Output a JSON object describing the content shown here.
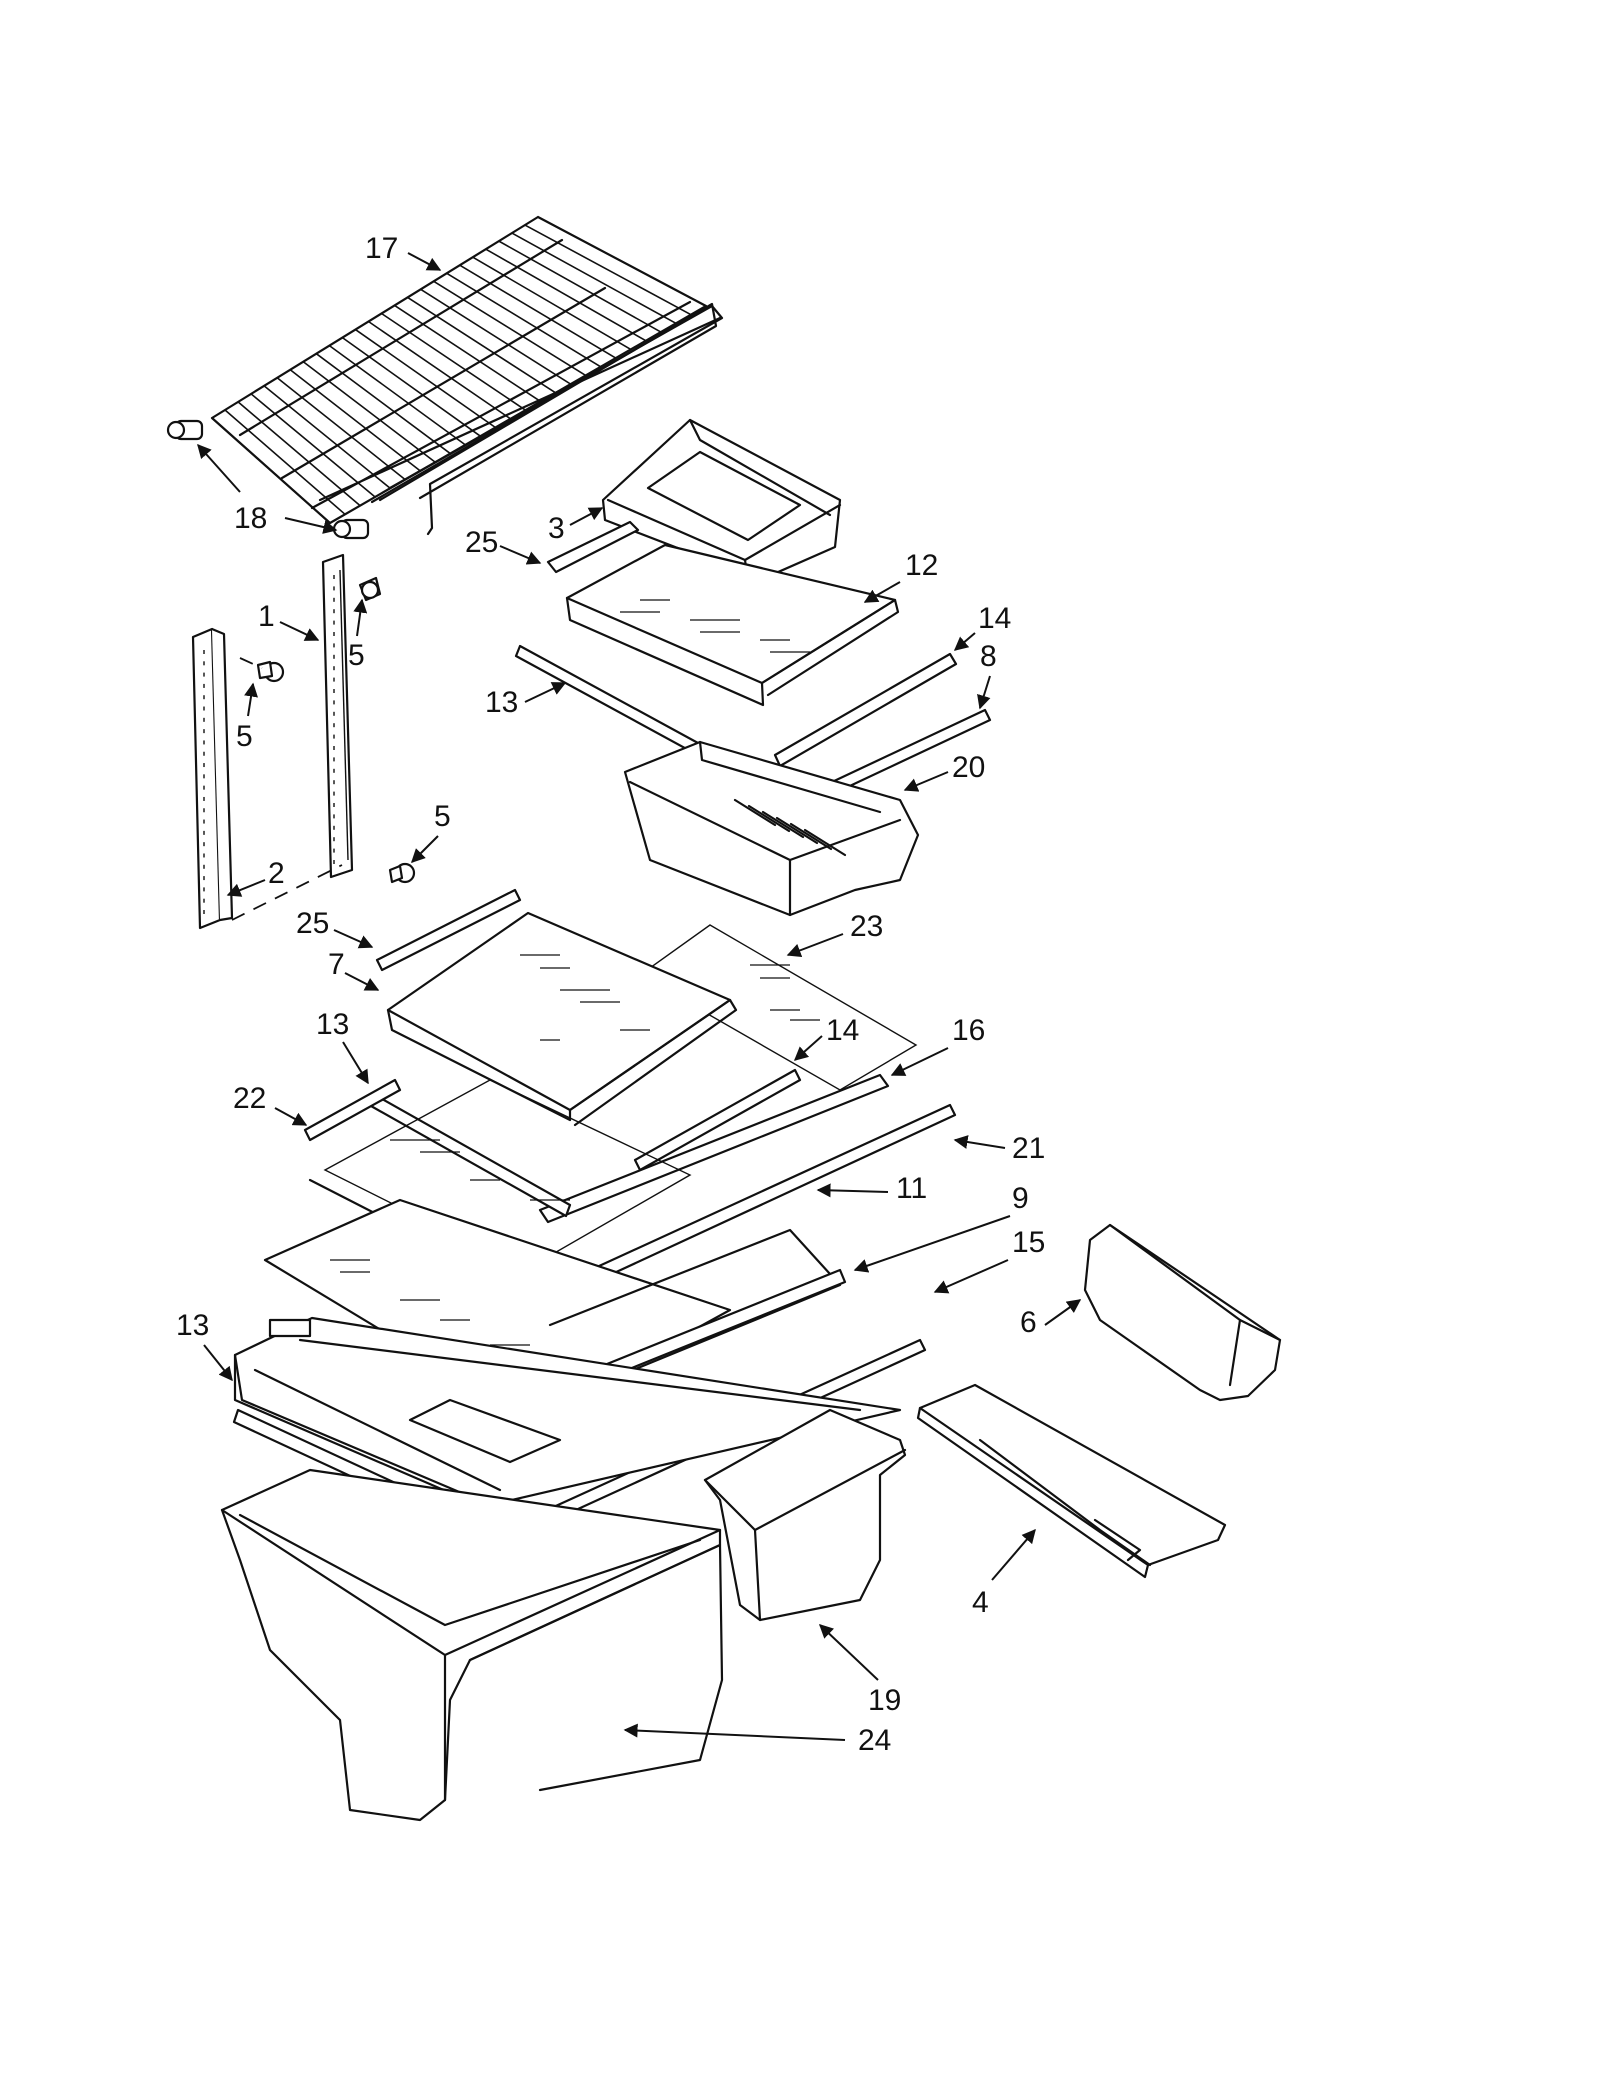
{
  "diagram": {
    "callouts": [
      {
        "id": "c17",
        "text": "17"
      },
      {
        "id": "c18",
        "text": "18"
      },
      {
        "id": "c1",
        "text": "1"
      },
      {
        "id": "c5a",
        "text": "5"
      },
      {
        "id": "c5b",
        "text": "5"
      },
      {
        "id": "c5c",
        "text": "5"
      },
      {
        "id": "c2",
        "text": "2"
      },
      {
        "id": "c25a",
        "text": "25"
      },
      {
        "id": "c3",
        "text": "3"
      },
      {
        "id": "c12",
        "text": "12"
      },
      {
        "id": "c14a",
        "text": "14"
      },
      {
        "id": "c8",
        "text": "8"
      },
      {
        "id": "c13a",
        "text": "13"
      },
      {
        "id": "c20",
        "text": "20"
      },
      {
        "id": "c25b",
        "text": "25"
      },
      {
        "id": "c23",
        "text": "23"
      },
      {
        "id": "c7",
        "text": "7"
      },
      {
        "id": "c13b",
        "text": "13"
      },
      {
        "id": "c14b",
        "text": "14"
      },
      {
        "id": "c16",
        "text": "16"
      },
      {
        "id": "c22",
        "text": "22"
      },
      {
        "id": "c21",
        "text": "21"
      },
      {
        "id": "c11",
        "text": "11"
      },
      {
        "id": "c9",
        "text": "9"
      },
      {
        "id": "c15",
        "text": "15"
      },
      {
        "id": "c13c",
        "text": "13"
      },
      {
        "id": "c6",
        "text": "6"
      },
      {
        "id": "c4",
        "text": "4"
      },
      {
        "id": "c19",
        "text": "19"
      },
      {
        "id": "c24",
        "text": "24"
      }
    ]
  }
}
